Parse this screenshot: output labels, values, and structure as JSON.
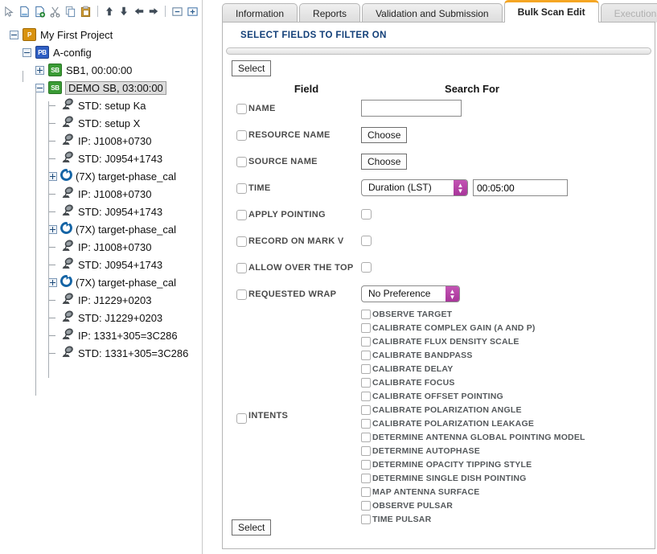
{
  "toolbar": {
    "icons": [
      {
        "name": "cursor-select-icon",
        "title": "Select"
      },
      {
        "name": "new-document-icon",
        "title": "New"
      },
      {
        "name": "new-document-add-icon",
        "title": "New child"
      },
      {
        "name": "cut-scissors-icon",
        "title": "Cut"
      },
      {
        "name": "copy-icon",
        "title": "Copy"
      },
      {
        "name": "paste-icon",
        "title": "Paste"
      },
      {
        "name": "move-up-icon",
        "title": "Move up"
      },
      {
        "name": "move-down-icon",
        "title": "Move down"
      },
      {
        "name": "move-left-icon",
        "title": "Move left"
      },
      {
        "name": "move-right-icon",
        "title": "Move right"
      },
      {
        "name": "collapse-all-icon",
        "title": "Collapse all"
      },
      {
        "name": "expand-all-icon",
        "title": "Expand all"
      }
    ]
  },
  "tree": {
    "nodes": [
      {
        "depth": 0,
        "toggle": "minus",
        "badge": "P",
        "badge_kind": "p",
        "label": "My First Project",
        "selected": false
      },
      {
        "depth": 1,
        "toggle": "minus",
        "badge": "PB",
        "badge_kind": "pb",
        "label": "A-config",
        "selected": false
      },
      {
        "depth": 2,
        "toggle": "plus",
        "badge": "SB",
        "badge_kind": "sb",
        "label": "SB1, 00:00:00",
        "selected": false
      },
      {
        "depth": 2,
        "toggle": "minus",
        "badge": "SB",
        "badge_kind": "sb",
        "label": "DEMO SB, 03:00:00",
        "selected": true
      },
      {
        "depth": 3,
        "toggle": "leaf",
        "icon": "dish",
        "label": "STD: setup Ka",
        "selected": false
      },
      {
        "depth": 3,
        "toggle": "leaf",
        "icon": "dish",
        "label": "STD: setup X",
        "selected": false
      },
      {
        "depth": 3,
        "toggle": "leaf",
        "icon": "dish",
        "label": "IP: J1008+0730",
        "selected": false
      },
      {
        "depth": 3,
        "toggle": "leaf",
        "icon": "dish",
        "label": "STD: J0954+1743",
        "selected": false
      },
      {
        "depth": 3,
        "toggle": "plus",
        "icon": "loop",
        "label": "(7X) target-phase_cal",
        "selected": false
      },
      {
        "depth": 3,
        "toggle": "leaf",
        "icon": "dish",
        "label": "IP: J1008+0730",
        "selected": false
      },
      {
        "depth": 3,
        "toggle": "leaf",
        "icon": "dish",
        "label": "STD: J0954+1743",
        "selected": false
      },
      {
        "depth": 3,
        "toggle": "plus",
        "icon": "loop",
        "label": "(7X) target-phase_cal",
        "selected": false
      },
      {
        "depth": 3,
        "toggle": "leaf",
        "icon": "dish",
        "label": "IP: J1008+0730",
        "selected": false
      },
      {
        "depth": 3,
        "toggle": "leaf",
        "icon": "dish",
        "label": "STD: J0954+1743",
        "selected": false
      },
      {
        "depth": 3,
        "toggle": "plus",
        "icon": "loop",
        "label": "(7X) target-phase_cal",
        "selected": false
      },
      {
        "depth": 3,
        "toggle": "leaf",
        "icon": "dish",
        "label": "IP: J1229+0203",
        "selected": false
      },
      {
        "depth": 3,
        "toggle": "leaf",
        "icon": "dish",
        "label": "STD: J1229+0203",
        "selected": false
      },
      {
        "depth": 3,
        "toggle": "leaf",
        "icon": "dish",
        "label": "IP: 1331+305=3C286",
        "selected": false
      },
      {
        "depth": 3,
        "toggle": "leaf",
        "icon": "dish",
        "label": "STD: 1331+305=3C286",
        "selected": false
      }
    ]
  },
  "tabs": [
    {
      "label": "Information",
      "state": "normal"
    },
    {
      "label": "Reports",
      "state": "normal"
    },
    {
      "label": "Validation and Submission",
      "state": "normal"
    },
    {
      "label": "Bulk Scan Edit",
      "state": "active"
    },
    {
      "label": "Executions",
      "state": "disabled"
    }
  ],
  "panel": {
    "section_title": "SELECT FIELDS TO FILTER ON",
    "select_top_label": "Select",
    "select_bottom_label": "Select",
    "column_headers": {
      "field": "Field",
      "search_for": "Search For"
    }
  },
  "fields": [
    {
      "label": "NAME",
      "checked": false,
      "control": "text",
      "value": "",
      "placeholder": ""
    },
    {
      "label": "RESOURCE NAME",
      "checked": false,
      "control": "button",
      "button_label": "Choose"
    },
    {
      "label": "SOURCE NAME",
      "checked": false,
      "control": "button",
      "button_label": "Choose"
    },
    {
      "label": "TIME",
      "checked": false,
      "control": "select-text",
      "select_value": "Duration (LST)",
      "value": "00:05:00"
    },
    {
      "label": "APPLY POINTING",
      "checked": false,
      "control": "checkbox",
      "value_checked": false
    },
    {
      "label": "RECORD ON MARK V",
      "checked": false,
      "control": "checkbox",
      "value_checked": false
    },
    {
      "label": "ALLOW OVER THE TOP",
      "checked": false,
      "control": "checkbox",
      "value_checked": false
    },
    {
      "label": "REQUESTED WRAP",
      "checked": false,
      "control": "select",
      "select_value": "No Preference"
    }
  ],
  "intents": {
    "label": "INTENTS",
    "checked": false,
    "items": [
      {
        "label": "OBSERVE TARGET",
        "checked": false
      },
      {
        "label": "CALIBRATE COMPLEX GAIN (A AND P)",
        "checked": false
      },
      {
        "label": "CALIBRATE FLUX DENSITY SCALE",
        "checked": false
      },
      {
        "label": "CALIBRATE BANDPASS",
        "checked": false
      },
      {
        "label": "CALIBRATE DELAY",
        "checked": false
      },
      {
        "label": "CALIBRATE FOCUS",
        "checked": false
      },
      {
        "label": "CALIBRATE OFFSET POINTING",
        "checked": false
      },
      {
        "label": "CALIBRATE POLARIZATION ANGLE",
        "checked": false
      },
      {
        "label": "CALIBRATE POLARIZATION LEAKAGE",
        "checked": false
      },
      {
        "label": "DETERMINE ANTENNA GLOBAL POINTING MODEL",
        "checked": false
      },
      {
        "label": "DETERMINE AUTOPHASE",
        "checked": false
      },
      {
        "label": "DETERMINE OPACITY TIPPING STYLE",
        "checked": false
      },
      {
        "label": "DETERMINE SINGLE DISH POINTING",
        "checked": false
      },
      {
        "label": "MAP ANTENNA SURFACE",
        "checked": false
      },
      {
        "label": "OBSERVE PULSAR",
        "checked": false
      },
      {
        "label": "TIME PULSAR",
        "checked": false
      }
    ]
  },
  "colors": {
    "accent_orange": "#f5a623",
    "section_blue": "#123f78",
    "badge_project": "#d8920f",
    "badge_program": "#2f5fc4",
    "badge_scheduling": "#3a9b35",
    "select_stepper": "#a8359a"
  }
}
